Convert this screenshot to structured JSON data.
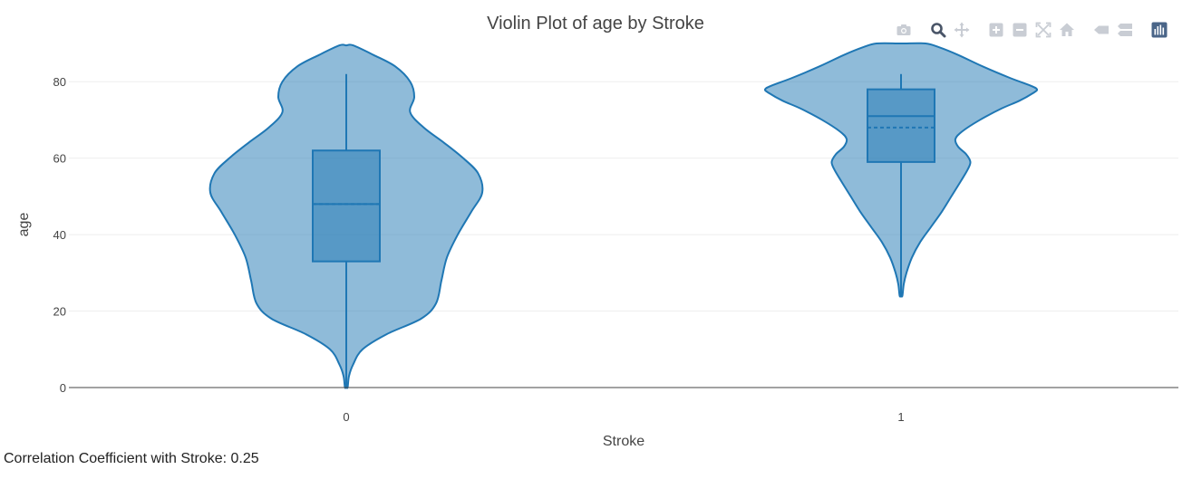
{
  "chart_data": {
    "type": "violin",
    "title": "Violin Plot of age by Stroke",
    "xlabel": "Stroke",
    "ylabel": "age",
    "categories": [
      "0",
      "1"
    ],
    "ylim": [
      0,
      90
    ],
    "yticks": [
      0,
      20,
      40,
      60,
      80
    ],
    "grid": true,
    "legend": "none",
    "color": "#1f77b4",
    "series": [
      {
        "category": "0",
        "box": {
          "min": 0.08,
          "q1": 33,
          "median": 48,
          "mean": 48,
          "q3": 62,
          "max": 82
        },
        "density": [
          [
            0.08,
            0.01
          ],
          [
            3,
            0.02
          ],
          [
            6,
            0.05
          ],
          [
            10,
            0.12
          ],
          [
            14,
            0.3
          ],
          [
            18,
            0.55
          ],
          [
            22,
            0.66
          ],
          [
            28,
            0.7
          ],
          [
            34,
            0.74
          ],
          [
            40,
            0.82
          ],
          [
            46,
            0.92
          ],
          [
            51,
            1.0
          ],
          [
            56,
            0.97
          ],
          [
            60,
            0.86
          ],
          [
            64,
            0.72
          ],
          [
            68,
            0.57
          ],
          [
            72,
            0.47
          ],
          [
            76,
            0.5
          ],
          [
            80,
            0.47
          ],
          [
            84,
            0.36
          ],
          [
            87,
            0.2
          ],
          [
            89.5,
            0.05
          ]
        ]
      },
      {
        "category": "1",
        "box": {
          "min": 24,
          "q1": 59,
          "median": 71,
          "mean": 68,
          "q3": 78,
          "max": 82
        },
        "density": [
          [
            24,
            0.01
          ],
          [
            27,
            0.02
          ],
          [
            30,
            0.04
          ],
          [
            34,
            0.08
          ],
          [
            38,
            0.14
          ],
          [
            42,
            0.22
          ],
          [
            46,
            0.3
          ],
          [
            50,
            0.37
          ],
          [
            54,
            0.44
          ],
          [
            57,
            0.49
          ],
          [
            59,
            0.51
          ],
          [
            61,
            0.48
          ],
          [
            63,
            0.42
          ],
          [
            65,
            0.4
          ],
          [
            67,
            0.45
          ],
          [
            70,
            0.58
          ],
          [
            73,
            0.74
          ],
          [
            75,
            0.87
          ],
          [
            77,
            0.97
          ],
          [
            78,
            1.0
          ],
          [
            79,
            0.95
          ],
          [
            81,
            0.8
          ],
          [
            84,
            0.6
          ],
          [
            87,
            0.42
          ],
          [
            89,
            0.28
          ],
          [
            90,
            0.18
          ]
        ]
      }
    ]
  },
  "toolbar": {
    "icons": [
      "camera-icon",
      "zoom-icon",
      "pan-icon",
      "zoom-in-icon",
      "zoom-out-icon",
      "autoscale-icon",
      "reset-axes-icon",
      "hover-closest-icon",
      "hover-compare-icon",
      "plotly-logo-icon"
    ]
  },
  "footer": {
    "text": "Correlation Coefficient with Stroke: 0.25"
  }
}
